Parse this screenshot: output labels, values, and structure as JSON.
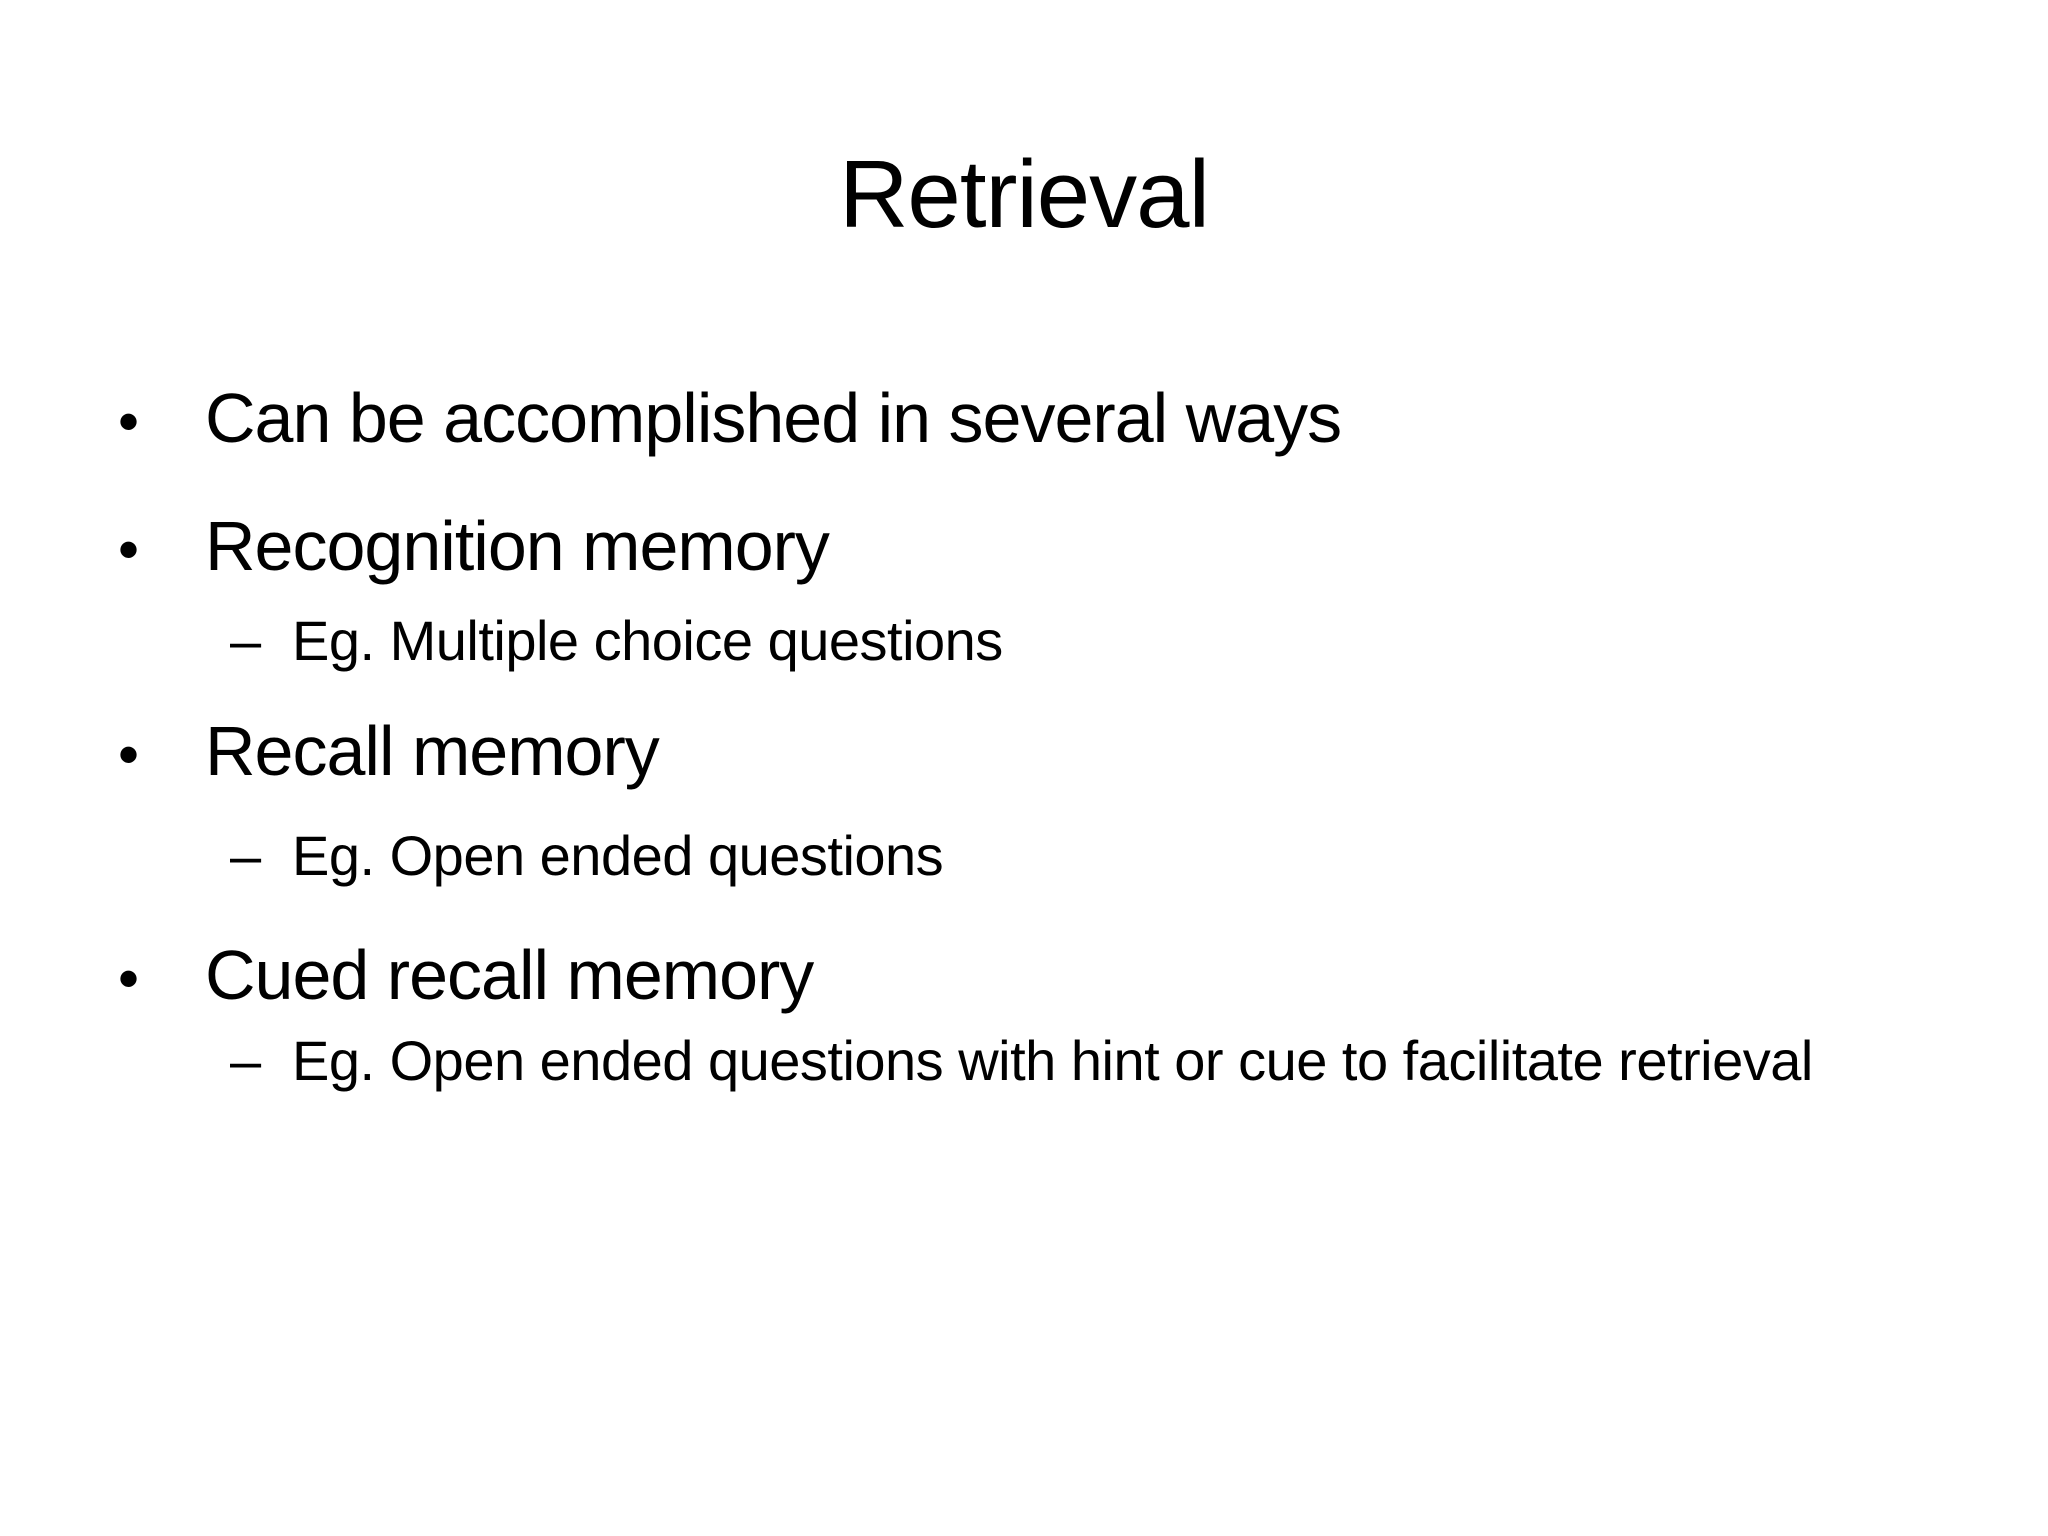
{
  "slide": {
    "title": "Retrieval",
    "markers": {
      "level1": "•",
      "level2": "–"
    },
    "bullets": [
      {
        "level": 1,
        "text": "Can be accomplished in several ways"
      },
      {
        "level": 1,
        "text": "Recognition memory"
      },
      {
        "level": 2,
        "text": "Eg. Multiple choice questions"
      },
      {
        "level": 1,
        "text": "Recall memory"
      },
      {
        "level": 2,
        "text": "Eg. Open ended questions"
      },
      {
        "level": 1,
        "text": "Cued recall memory"
      },
      {
        "level": 2,
        "text": "Eg. Open ended questions with hint or cue to facilitate retrieval"
      }
    ],
    "colors": {
      "background": "#ffffff",
      "text": "#000000"
    }
  }
}
